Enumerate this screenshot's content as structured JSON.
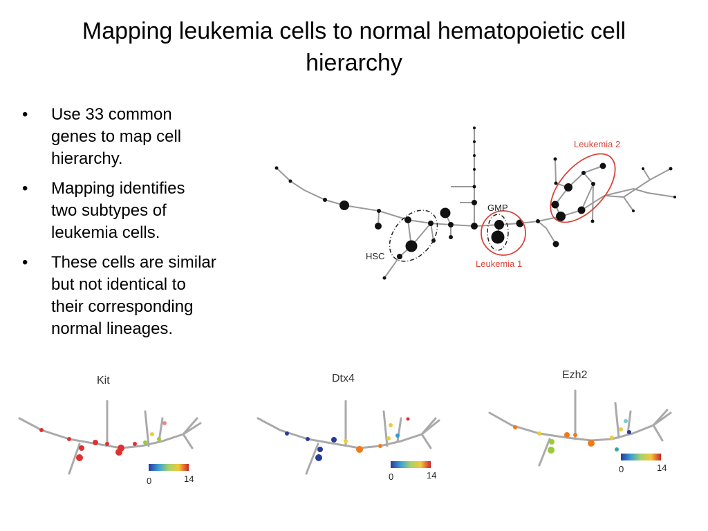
{
  "slide": {
    "title_line1": "Mapping leukemia cells to normal hematopoietic cell",
    "title_line2": "hierarchy",
    "bullets": [
      {
        "lines": [
          "Use 33 common",
          "genes to map cell",
          "hierarchy."
        ]
      },
      {
        "lines": [
          "Mapping identifies",
          "two subtypes of",
          "leukemia cells."
        ]
      },
      {
        "lines": [
          "These cells are similar",
          "but not identical to",
          "their corresponding",
          "normal lineages."
        ]
      }
    ]
  },
  "main_diagram": {
    "labels": {
      "hsc": "HSC",
      "gmp": "GMP",
      "leukemia1": "Leukemia 1",
      "leukemia2": "Leukemia 2"
    },
    "colors": {
      "node": "#111111",
      "edge": "#999999",
      "leukemia": "#d9443a"
    }
  },
  "gene_panels": [
    {
      "gene": "Kit",
      "scale_min": "0",
      "scale_max": "14"
    },
    {
      "gene": "Dtx4",
      "scale_min": "0",
      "scale_max": "14"
    },
    {
      "gene": "Ezh2",
      "scale_min": "0",
      "scale_max": "14"
    }
  ]
}
